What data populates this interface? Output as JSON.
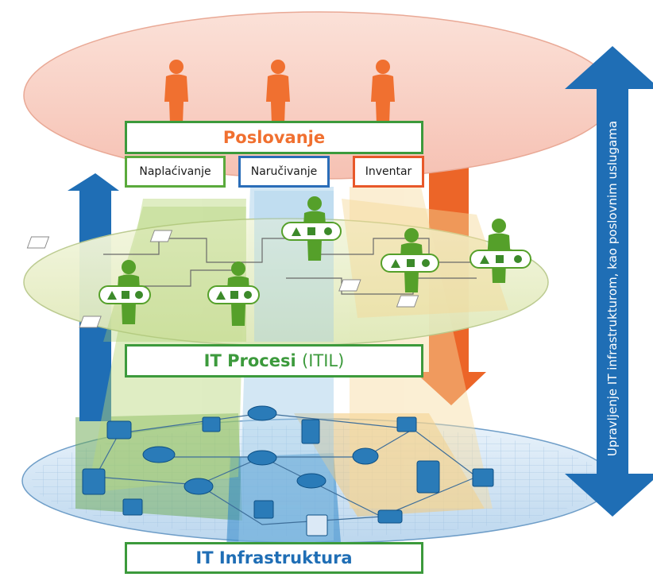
{
  "layers": {
    "business": {
      "title": "Poslovanje",
      "color": "#f07030"
    },
    "processes": {
      "title": "IT Procesi",
      "title_suffix": "(ITIL)",
      "color": "#3c9a3c"
    },
    "infrastructure": {
      "title": "IT Infrastruktura",
      "color": "#1f6eb5"
    }
  },
  "services": [
    {
      "label": "Naplaćivanje",
      "border": "#5aaa3c"
    },
    {
      "label": "Naručivanje",
      "border": "#2a6db8"
    },
    {
      "label": "Inventar",
      "border": "#e8582a"
    }
  ],
  "side_arrow": {
    "label": "Upravljenje IT infrastrukturom, kao poslovnim uslugama",
    "color": "#1f6eb5"
  },
  "icons": {
    "business_user": "person-icon",
    "process_step": "process-flow-icon",
    "infrastructure_node": "server-icon"
  },
  "colors": {
    "business_disk": "#fbd9cf",
    "process_disk": "#eef3d4",
    "infra_disk": "#d8e8f5",
    "green_person": "#55a02a",
    "orange_person": "#f07030"
  }
}
